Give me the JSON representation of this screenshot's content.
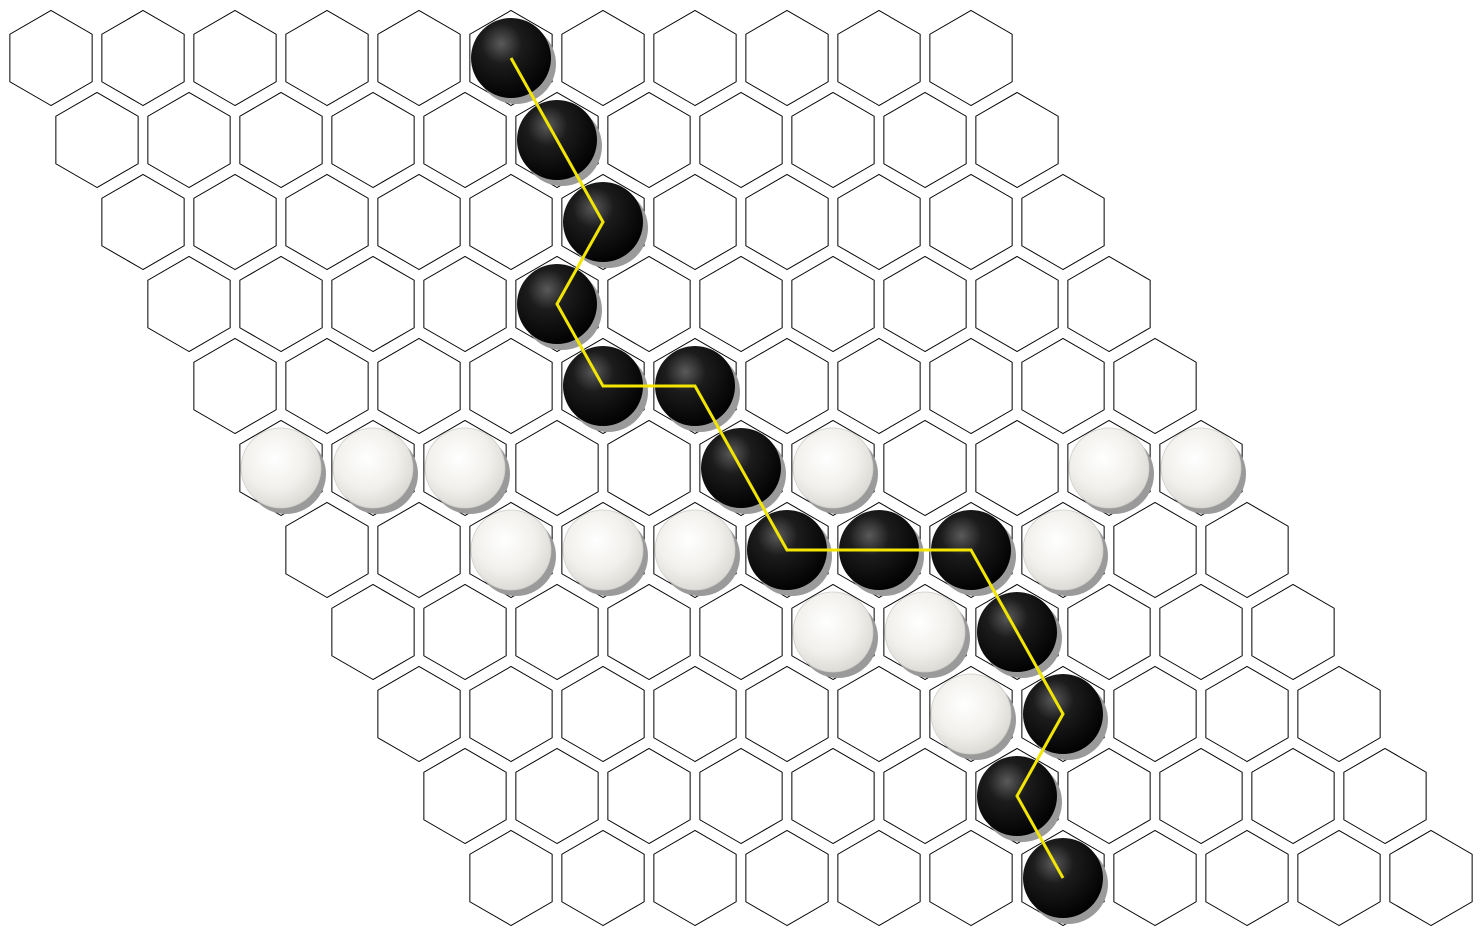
{
  "board": {
    "rows": 11,
    "cols": 11,
    "colors": {
      "cell_fill": "#ffffff",
      "cell_stroke": "#000000",
      "black_stone": "#000000",
      "white_stone": "#ededea",
      "stone_shadow": "#9a9a9a",
      "winning_path": "#f2e600"
    },
    "stones": [
      {
        "row": 0,
        "col": 5,
        "color": "black"
      },
      {
        "row": 1,
        "col": 5,
        "color": "black"
      },
      {
        "row": 2,
        "col": 5,
        "color": "black"
      },
      {
        "row": 3,
        "col": 4,
        "color": "black"
      },
      {
        "row": 4,
        "col": 4,
        "color": "black"
      },
      {
        "row": 4,
        "col": 5,
        "color": "black"
      },
      {
        "row": 5,
        "col": 0,
        "color": "white"
      },
      {
        "row": 5,
        "col": 1,
        "color": "white"
      },
      {
        "row": 5,
        "col": 2,
        "color": "white"
      },
      {
        "row": 5,
        "col": 5,
        "color": "black"
      },
      {
        "row": 5,
        "col": 6,
        "color": "white"
      },
      {
        "row": 5,
        "col": 9,
        "color": "white"
      },
      {
        "row": 5,
        "col": 10,
        "color": "white"
      },
      {
        "row": 6,
        "col": 2,
        "color": "white"
      },
      {
        "row": 6,
        "col": 3,
        "color": "white"
      },
      {
        "row": 6,
        "col": 4,
        "color": "white"
      },
      {
        "row": 6,
        "col": 5,
        "color": "black"
      },
      {
        "row": 6,
        "col": 6,
        "color": "black"
      },
      {
        "row": 6,
        "col": 7,
        "color": "black"
      },
      {
        "row": 6,
        "col": 8,
        "color": "white"
      },
      {
        "row": 7,
        "col": 5,
        "color": "white"
      },
      {
        "row": 7,
        "col": 6,
        "color": "white"
      },
      {
        "row": 7,
        "col": 7,
        "color": "black"
      },
      {
        "row": 8,
        "col": 6,
        "color": "white"
      },
      {
        "row": 8,
        "col": 7,
        "color": "black"
      },
      {
        "row": 9,
        "col": 6,
        "color": "black"
      },
      {
        "row": 10,
        "col": 6,
        "color": "black"
      }
    ],
    "winning_path": [
      {
        "row": 0,
        "col": 5
      },
      {
        "row": 1,
        "col": 5
      },
      {
        "row": 2,
        "col": 5
      },
      {
        "row": 3,
        "col": 4
      },
      {
        "row": 4,
        "col": 4
      },
      {
        "row": 4,
        "col": 5
      },
      {
        "row": 5,
        "col": 5
      },
      {
        "row": 6,
        "col": 5
      },
      {
        "row": 6,
        "col": 6
      },
      {
        "row": 6,
        "col": 7
      },
      {
        "row": 7,
        "col": 7
      },
      {
        "row": 8,
        "col": 7
      },
      {
        "row": 9,
        "col": 6
      },
      {
        "row": 10,
        "col": 6
      }
    ]
  }
}
